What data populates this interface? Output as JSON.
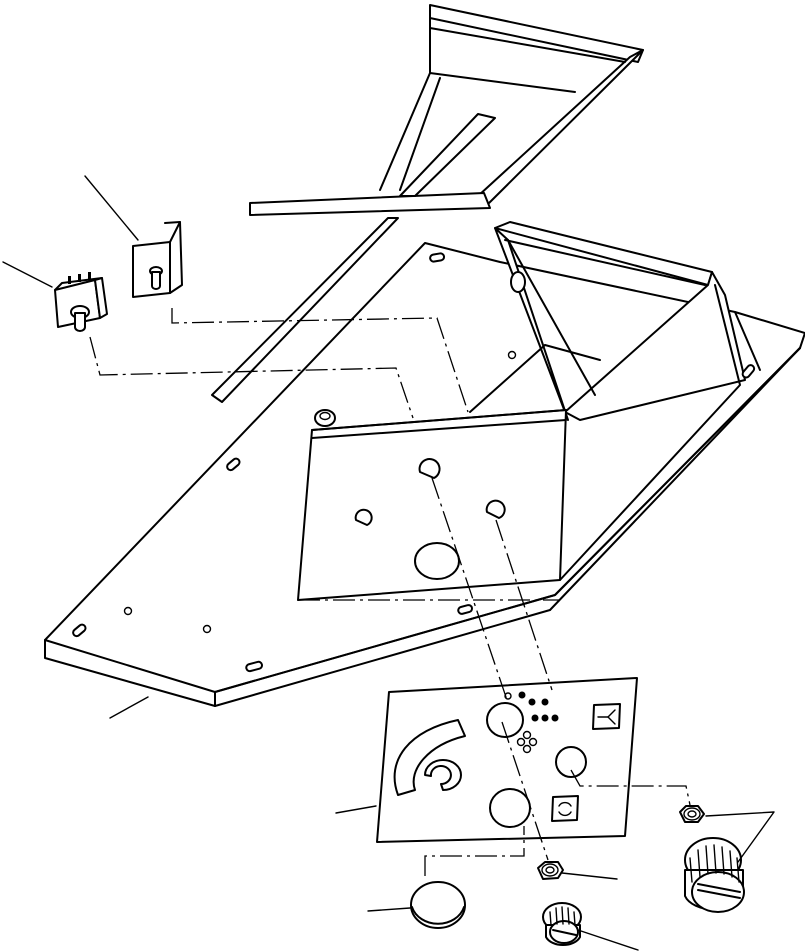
{
  "diagram": {
    "kind": "exploded-assembly-line-drawing",
    "parts": [
      {
        "id": "upper-cover-plate",
        "icon": "bracket-plate"
      },
      {
        "id": "toggle-switch-bracket",
        "icon": "bracket"
      },
      {
        "id": "toggle-switch",
        "icon": "switch"
      },
      {
        "id": "console-housing",
        "icon": "housing"
      },
      {
        "id": "instrument-decal-panel",
        "icon": "decal"
      },
      {
        "id": "hole-plug",
        "icon": "plug"
      },
      {
        "id": "hex-nut-small",
        "icon": "nut"
      },
      {
        "id": "hex-nut-large",
        "icon": "nut"
      },
      {
        "id": "control-knob-small",
        "icon": "knob"
      },
      {
        "id": "control-knob-large",
        "icon": "knob"
      }
    ],
    "leader_lines": 8,
    "colors": {
      "line": "#000000",
      "background": "#ffffff"
    }
  }
}
